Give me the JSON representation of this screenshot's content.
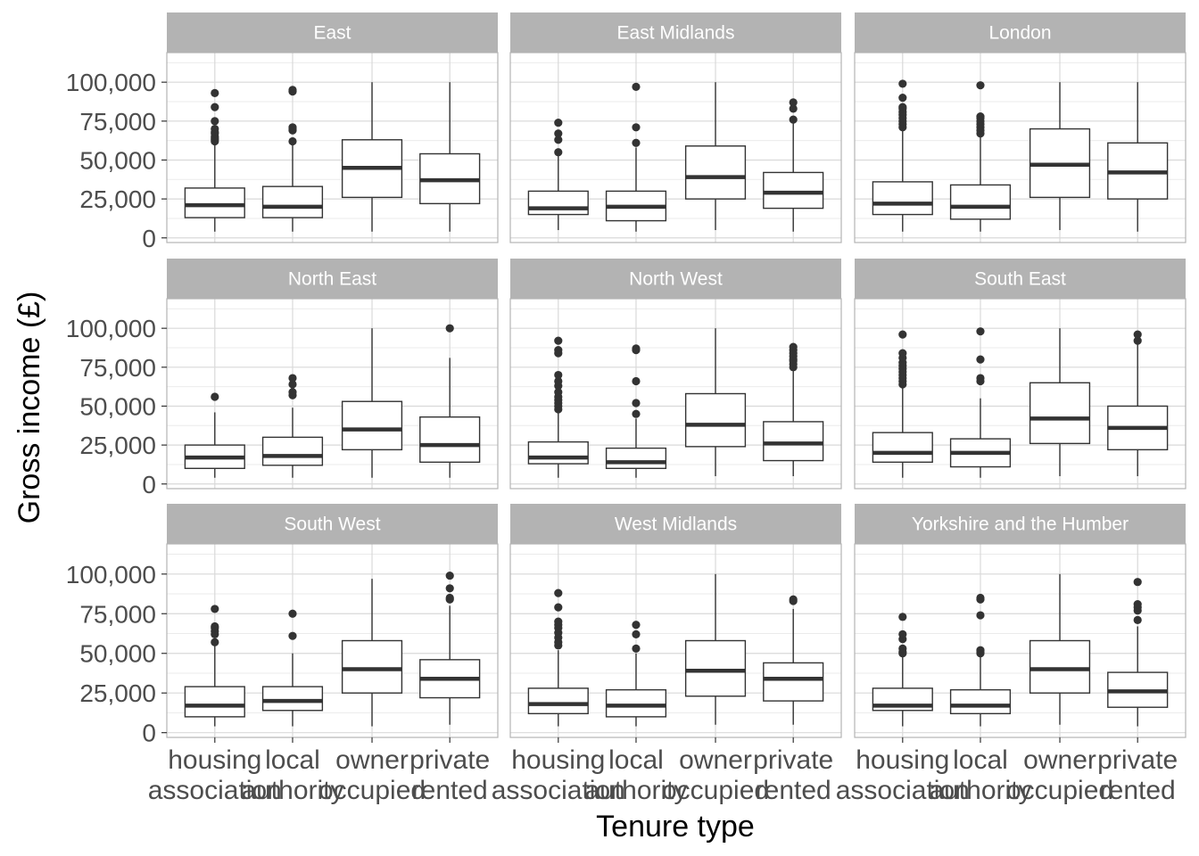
{
  "chart_data": {
    "type": "boxplot",
    "xlabel": "Tenure type",
    "ylabel": "Gross income (£)",
    "ylim": [
      -3000,
      119000
    ],
    "yticks": [
      0,
      25000,
      50000,
      75000,
      100000
    ],
    "ytick_labels": [
      "0",
      "25,000",
      "50,000",
      "75,000",
      "100,000"
    ],
    "categories": [
      {
        "line1": "housing",
        "line2": "association"
      },
      {
        "line1": "local",
        "line2": "authority"
      },
      {
        "line1": "owner",
        "line2": "occupied"
      },
      {
        "line1": "private",
        "line2": "rented"
      }
    ],
    "grid": true,
    "facets": [
      {
        "title": "East",
        "boxes": [
          {
            "lo": 4000,
            "q1": 13000,
            "med": 21000,
            "q3": 32000,
            "hi": 60000,
            "out": [
              62000,
              63000,
              64000,
              65000,
              67000,
              68000,
              70000,
              75000,
              84000,
              93000
            ]
          },
          {
            "lo": 4000,
            "q1": 13000,
            "med": 20000,
            "q3": 33000,
            "hi": 61000,
            "out": [
              62000,
              69000,
              70000,
              71000,
              94000,
              95000
            ]
          },
          {
            "lo": 4000,
            "q1": 26000,
            "med": 45000,
            "q3": 63000,
            "hi": 100000,
            "out": []
          },
          {
            "lo": 4000,
            "q1": 22000,
            "med": 37000,
            "q3": 54000,
            "hi": 100000,
            "out": []
          }
        ]
      },
      {
        "title": "East Midlands",
        "boxes": [
          {
            "lo": 5000,
            "q1": 15000,
            "med": 19000,
            "q3": 30000,
            "hi": 53000,
            "out": [
              55000,
              63000,
              67000,
              74000
            ]
          },
          {
            "lo": 4000,
            "q1": 11000,
            "med": 20000,
            "q3": 30000,
            "hi": 58000,
            "out": [
              61000,
              71000,
              97000
            ]
          },
          {
            "lo": 5000,
            "q1": 25000,
            "med": 39000,
            "q3": 59000,
            "hi": 100000,
            "out": []
          },
          {
            "lo": 4000,
            "q1": 19000,
            "med": 29000,
            "q3": 42000,
            "hi": 74000,
            "out": [
              76000,
              83000,
              87000
            ]
          }
        ]
      },
      {
        "title": "London",
        "boxes": [
          {
            "lo": 4000,
            "q1": 15000,
            "med": 22000,
            "q3": 36000,
            "hi": 70000,
            "out": [
              71000,
              73000,
              75000,
              77000,
              79000,
              81000,
              83000,
              84000,
              90000,
              99000
            ]
          },
          {
            "lo": 4000,
            "q1": 12000,
            "med": 20000,
            "q3": 34000,
            "hi": 66000,
            "out": [
              67000,
              69000,
              71000,
              73000,
              75000,
              77000,
              78000,
              98000
            ]
          },
          {
            "lo": 5000,
            "q1": 26000,
            "med": 47000,
            "q3": 70000,
            "hi": 100000,
            "out": []
          },
          {
            "lo": 4000,
            "q1": 25000,
            "med": 42000,
            "q3": 61000,
            "hi": 100000,
            "out": []
          }
        ]
      },
      {
        "title": "North East",
        "boxes": [
          {
            "lo": 4000,
            "q1": 10000,
            "med": 17000,
            "q3": 25000,
            "hi": 46000,
            "out": [
              56000
            ]
          },
          {
            "lo": 4000,
            "q1": 12000,
            "med": 18000,
            "q3": 30000,
            "hi": 49000,
            "out": [
              57000,
              59000,
              64000,
              68000
            ]
          },
          {
            "lo": 4000,
            "q1": 22000,
            "med": 35000,
            "q3": 53000,
            "hi": 100000,
            "out": []
          },
          {
            "lo": 4000,
            "q1": 14000,
            "med": 25000,
            "q3": 43000,
            "hi": 81000,
            "out": [
              100000
            ]
          }
        ]
      },
      {
        "title": "North West",
        "boxes": [
          {
            "lo": 4000,
            "q1": 13000,
            "med": 17000,
            "q3": 27000,
            "hi": 47000,
            "out": [
              48000,
              50000,
              52000,
              54000,
              56000,
              59000,
              63000,
              66000,
              70000,
              84000,
              86000,
              92000
            ]
          },
          {
            "lo": 4000,
            "q1": 10000,
            "med": 14000,
            "q3": 23000,
            "hi": 42000,
            "out": [
              45000,
              52000,
              66000,
              86000,
              87000
            ]
          },
          {
            "lo": 5000,
            "q1": 24000,
            "med": 38000,
            "q3": 58000,
            "hi": 100000,
            "out": []
          },
          {
            "lo": 5000,
            "q1": 15000,
            "med": 26000,
            "q3": 40000,
            "hi": 73000,
            "out": [
              75000,
              77000,
              79000,
              80000,
              82000,
              84000,
              86000,
              88000
            ]
          }
        ]
      },
      {
        "title": "South East",
        "boxes": [
          {
            "lo": 4000,
            "q1": 14000,
            "med": 20000,
            "q3": 33000,
            "hi": 62000,
            "out": [
              64000,
              66000,
              68000,
              70000,
              72000,
              74000,
              76000,
              78000,
              81000,
              84000,
              96000
            ]
          },
          {
            "lo": 4000,
            "q1": 11000,
            "med": 20000,
            "q3": 29000,
            "hi": 55000,
            "out": [
              66000,
              68000,
              80000,
              98000
            ]
          },
          {
            "lo": 5000,
            "q1": 26000,
            "med": 42000,
            "q3": 65000,
            "hi": 100000,
            "out": []
          },
          {
            "lo": 5000,
            "q1": 22000,
            "med": 36000,
            "q3": 50000,
            "hi": 90000,
            "out": [
              92000,
              96000
            ]
          }
        ]
      },
      {
        "title": "South West",
        "boxes": [
          {
            "lo": 4000,
            "q1": 10000,
            "med": 17000,
            "q3": 29000,
            "hi": 55000,
            "out": [
              57000,
              62000,
              64000,
              66000,
              67000,
              78000
            ]
          },
          {
            "lo": 4000,
            "q1": 14000,
            "med": 20000,
            "q3": 29000,
            "hi": 50000,
            "out": [
              61000,
              75000
            ]
          },
          {
            "lo": 4000,
            "q1": 25000,
            "med": 40000,
            "q3": 58000,
            "hi": 97000,
            "out": []
          },
          {
            "lo": 5000,
            "q1": 22000,
            "med": 34000,
            "q3": 46000,
            "hi": 80000,
            "out": [
              84000,
              85000,
              91000,
              99000
            ]
          }
        ]
      },
      {
        "title": "West Midlands",
        "boxes": [
          {
            "lo": 4000,
            "q1": 12000,
            "med": 18000,
            "q3": 28000,
            "hi": 52000,
            "out": [
              55000,
              57000,
              60000,
              63000,
              66000,
              68000,
              70000,
              79000,
              88000
            ]
          },
          {
            "lo": 4000,
            "q1": 10000,
            "med": 17000,
            "q3": 27000,
            "hi": 50000,
            "out": [
              53000,
              62000,
              68000
            ]
          },
          {
            "lo": 5000,
            "q1": 23000,
            "med": 39000,
            "q3": 58000,
            "hi": 100000,
            "out": []
          },
          {
            "lo": 5000,
            "q1": 20000,
            "med": 34000,
            "q3": 44000,
            "hi": 78000,
            "out": [
              83000,
              84000
            ]
          }
        ]
      },
      {
        "title": "Yorkshire and the Humber",
        "boxes": [
          {
            "lo": 4000,
            "q1": 14000,
            "med": 17000,
            "q3": 28000,
            "hi": 48000,
            "out": [
              50000,
              51000,
              53000,
              59000,
              62000,
              73000
            ]
          },
          {
            "lo": 4000,
            "q1": 12000,
            "med": 17000,
            "q3": 27000,
            "hi": 48000,
            "out": [
              50000,
              51000,
              52000,
              74000,
              84000,
              85000
            ]
          },
          {
            "lo": 5000,
            "q1": 25000,
            "med": 40000,
            "q3": 58000,
            "hi": 100000,
            "out": []
          },
          {
            "lo": 4000,
            "q1": 16000,
            "med": 26000,
            "q3": 38000,
            "hi": 67000,
            "out": [
              71000,
              77000,
              79000,
              81000,
              95000
            ]
          }
        ]
      }
    ]
  },
  "colors": {
    "strip_background": "#b3b3b3",
    "strip_text": "#ffffff",
    "panel_border": "#b3b3b3",
    "grid_major": "#d9d9d9",
    "grid_minor": "#ebebeb",
    "box_stroke": "#333333",
    "box_fill": "#ffffff",
    "outlier": "#333333",
    "tick_text": "#4d4d4d",
    "axis_title": "#000000"
  }
}
